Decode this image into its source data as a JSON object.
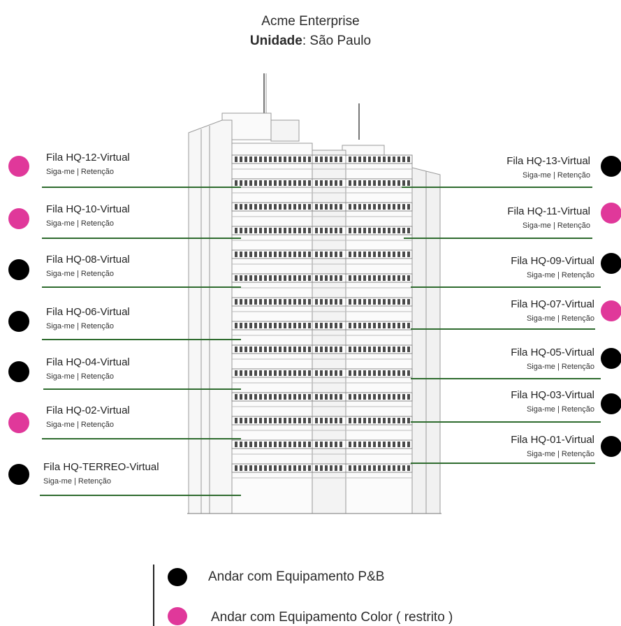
{
  "header": {
    "company": "Acme Enterprise",
    "unit_label": "Unidade",
    "unit_value": "São Paulo"
  },
  "colors": {
    "pb": "#000000",
    "color": "#e0389a",
    "line": "#2e6b2e"
  },
  "queues_left": [
    {
      "name": "Fila HQ-12-Virtual",
      "sub": "Siga-me | Retenção",
      "type": "color"
    },
    {
      "name": "Fila HQ-10-Virtual",
      "sub": "Siga-me | Retenção",
      "type": "color"
    },
    {
      "name": "Fila HQ-08-Virtual",
      "sub": "Siga-me | Retenção",
      "type": "pb"
    },
    {
      "name": "Fila HQ-06-Virtual",
      "sub": "Siga-me | Retenção",
      "type": "pb"
    },
    {
      "name": "Fila HQ-04-Virtual",
      "sub": "Siga-me | Retenção",
      "type": "pb"
    },
    {
      "name": "Fila HQ-02-Virtual",
      "sub": "Siga-me | Retenção",
      "type": "color"
    },
    {
      "name": "Fila HQ-TERREO-Virtual",
      "sub": "Siga-me | Retenção",
      "type": "pb"
    }
  ],
  "queues_right": [
    {
      "name": "Fila HQ-13-Virtual",
      "sub": "Siga-me | Retenção",
      "type": "pb"
    },
    {
      "name": "Fila HQ-11-Virtual",
      "sub": "Siga-me | Retenção",
      "type": "color"
    },
    {
      "name": "Fila HQ-09-Virtual",
      "sub": "Siga-me | Retenção",
      "type": "pb"
    },
    {
      "name": "Fila HQ-07-Virtual",
      "sub": "Siga-me | Retenção",
      "type": "color"
    },
    {
      "name": "Fila HQ-05-Virtual",
      "sub": "Siga-me | Retenção",
      "type": "pb"
    },
    {
      "name": "Fila HQ-03-Virtual",
      "sub": "Siga-me | Retenção",
      "type": "pb"
    },
    {
      "name": "Fila HQ-01-Virtual",
      "sub": "Siga-me | Retenção",
      "type": "pb"
    }
  ],
  "legend": {
    "pb_label": "Andar com Equipamento P&B",
    "color_label": "Andar com Equipamento Color ( restrito )"
  }
}
